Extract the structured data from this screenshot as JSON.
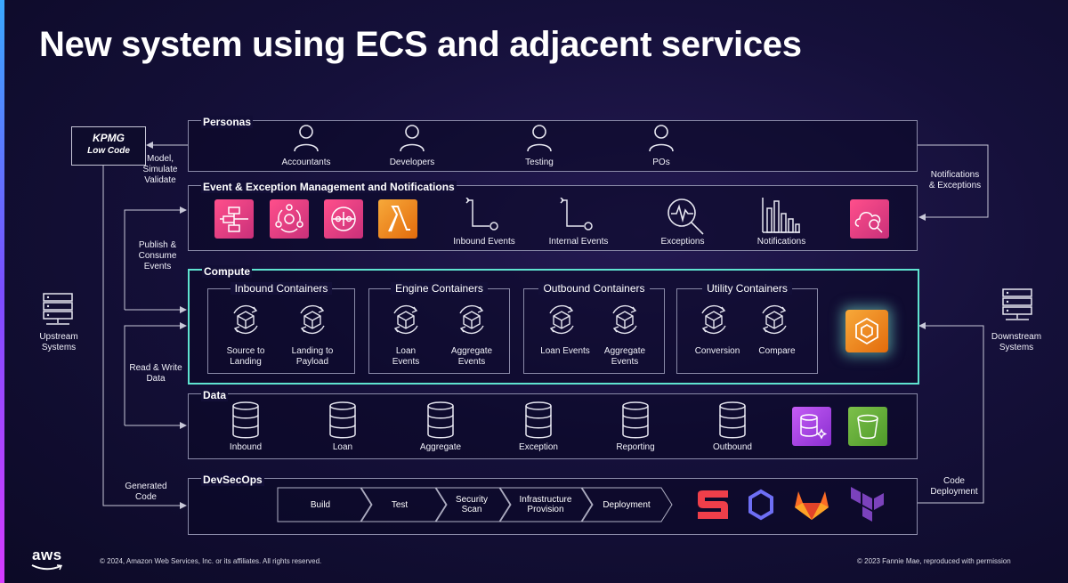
{
  "title": "New system using ECS and adjacent services",
  "kpmg": {
    "logo": "KPMG",
    "subtitle": "Low Code"
  },
  "side_labels": {
    "model": "Model,\nSimulate\nValidate",
    "publish": "Publish &\nConsume\nEvents",
    "readwrite": "Read & Write\nData",
    "generated": "Generated\nCode",
    "upstream": "Upstream\nSystems",
    "downstream": "Downstream\nSystems",
    "notifications": "Notifications\n& Exceptions",
    "deployment": "Code\nDeployment"
  },
  "personas": {
    "title": "Personas",
    "items": [
      "Accountants",
      "Developers",
      "Testing",
      "POs"
    ]
  },
  "events": {
    "title": "Event & Exception Management  and Notifications",
    "labels": [
      "Inbound Events",
      "Internal Events",
      "Exceptions",
      "Notifications"
    ]
  },
  "compute": {
    "title": "Compute",
    "groups": [
      {
        "title": "Inbound Containers",
        "items": [
          "Source to\nLanding",
          "Landing to\nPayload"
        ]
      },
      {
        "title": "Engine Containers",
        "items": [
          "Loan\nEvents",
          "Aggregate\nEvents"
        ]
      },
      {
        "title": "Outbound Containers",
        "items": [
          "Loan Events",
          "Aggregate\nEvents"
        ]
      },
      {
        "title": "Utility Containers",
        "items": [
          "Conversion",
          "Compare"
        ]
      }
    ]
  },
  "data": {
    "title": "Data",
    "items": [
      "Inbound",
      "Loan",
      "Aggregate",
      "Exception",
      "Reporting",
      "Outbound"
    ]
  },
  "devsecops": {
    "title": "DevSecOps",
    "stages": [
      "Build",
      "Test",
      "Security\nScan",
      "Infrastructure\nProvision",
      "Deployment"
    ]
  },
  "footer": {
    "left": "© 2024, Amazon Web Services, Inc. or its affiliates. All rights reserved.",
    "right": "© 2023 Fannie Mae, reproduced with permission",
    "aws": "aws"
  },
  "colors": {
    "accent_teal": "#5fe3d0",
    "pink": "#e7357f",
    "orange": "#ed7d14",
    "purple": "#a03ae0",
    "green": "#6cae3e"
  }
}
